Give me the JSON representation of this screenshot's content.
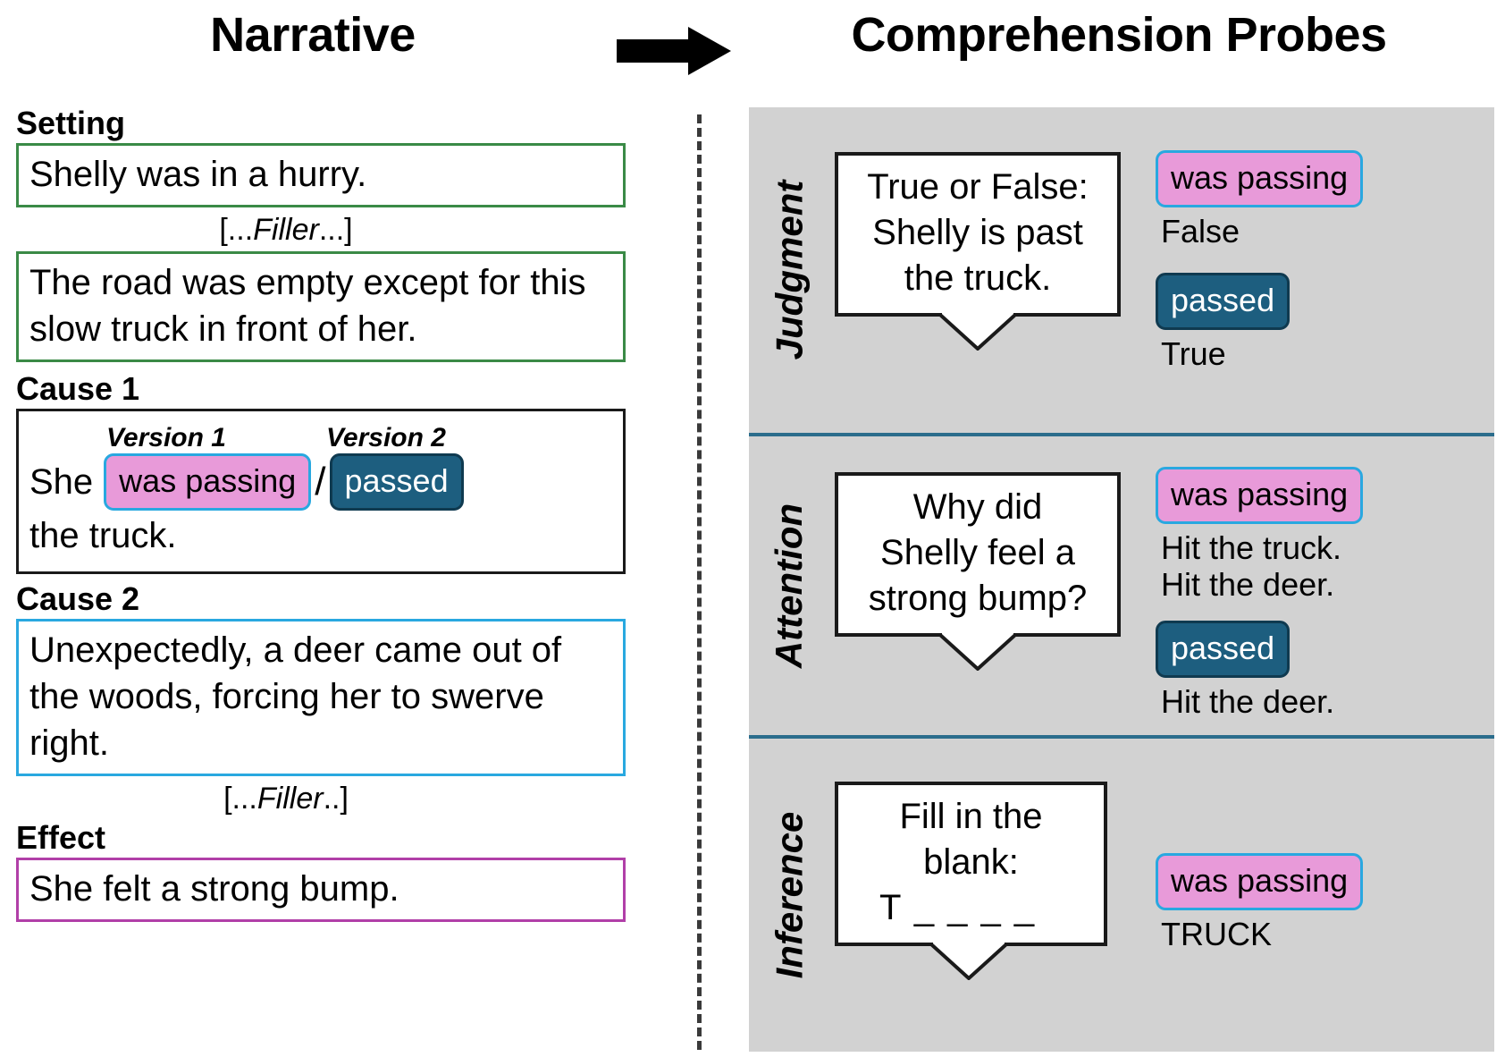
{
  "headers": {
    "left_title": "Narrative",
    "right_title": "Comprehension Probes",
    "arrow_icon": "right-arrow-icon"
  },
  "narrative": {
    "sections": [
      {
        "label": "Setting",
        "border_color": "#3a8a46",
        "text": "Shelly was in a hurry."
      },
      {
        "label": "",
        "border_color": "#3a8a46",
        "text": "The road was empty except for this slow truck in front of her."
      },
      {
        "label": "Cause 1",
        "border_color": "#1a1a1a",
        "lead": "She",
        "tail": "the truck.",
        "version1_tag": "Version 1",
        "version2_tag": "Version 2",
        "version1_value": "was passing",
        "version2_value": "passed",
        "separator": "/"
      },
      {
        "label": "Cause 2",
        "border_color": "#29a8e0",
        "text": "Unexpectedly, a deer came out of the woods, forcing her to swerve right."
      },
      {
        "label": "Effect",
        "border_color": "#b13fa8",
        "text": "She felt a strong bump."
      }
    ],
    "filler_1": {
      "prefix": "[...",
      "word": "Filler",
      "suffix": "...]"
    },
    "filler_2": {
      "prefix": "[...",
      "word": "Filler",
      "suffix": "..]"
    }
  },
  "probes": {
    "panel_bg": "#d2d2d2",
    "divider_color": "#2b6d8c",
    "rows": [
      {
        "label": "Judgment",
        "question_lines": [
          "True or False:",
          "Shelly is past",
          "the truck."
        ],
        "answers": [
          {
            "condition": "was passing",
            "style": "pink",
            "value": "False"
          },
          {
            "condition": "passed",
            "style": "teal",
            "value": "True"
          }
        ]
      },
      {
        "label": "Attention",
        "question_lines": [
          "Why did",
          "Shelly feel a",
          "strong bump?"
        ],
        "answers": [
          {
            "condition": "was passing",
            "style": "pink",
            "value": "Hit the truck.\nHit the deer."
          },
          {
            "condition": "passed",
            "style": "teal",
            "value": "Hit the deer."
          }
        ]
      },
      {
        "label": "Inference",
        "question_lines": [
          "Fill in the",
          "blank:",
          "T _ _ _ _"
        ],
        "answers": [
          {
            "condition": "was passing",
            "style": "pink",
            "value": "TRUCK"
          }
        ]
      }
    ]
  },
  "colors": {
    "pink_highlight": "#e89ad9",
    "pink_border": "#29a8e0",
    "teal_fill": "#1d5e7f",
    "green_border": "#3a8a46",
    "blue_border": "#29a8e0",
    "purple_border": "#b13fa8",
    "panel_gray": "#d2d2d2"
  }
}
